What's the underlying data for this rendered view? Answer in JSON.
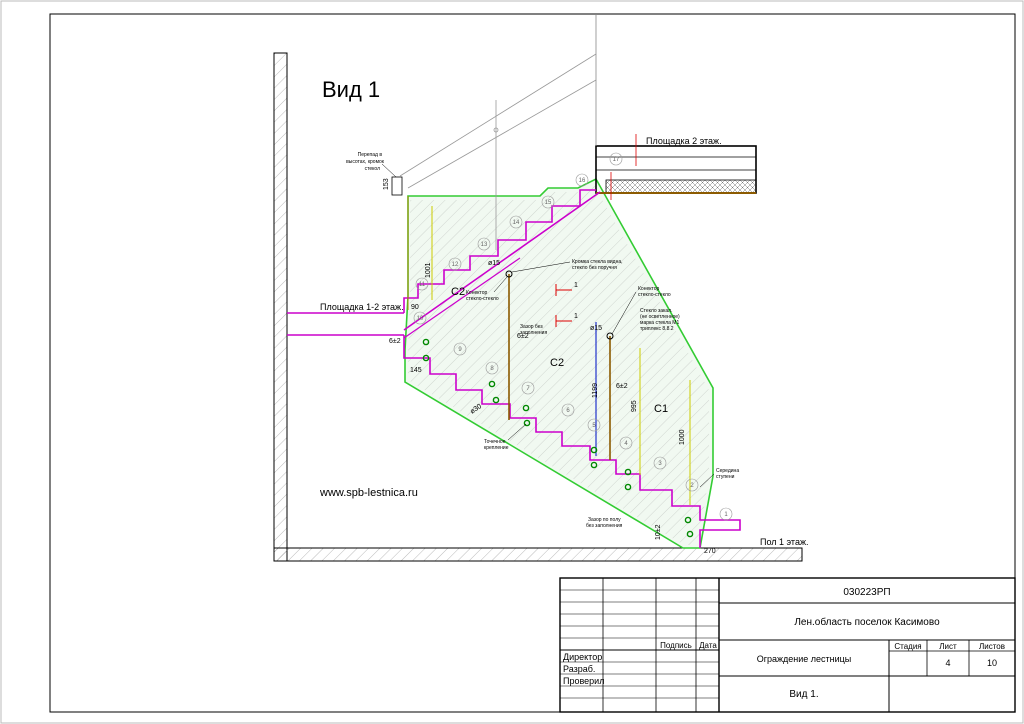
{
  "view_title": "Вид 1",
  "site_url": "www.spb-lestnica.ru",
  "labels": {
    "landing_2": "Площадка 2 этаж.",
    "landing_12": "Площадка 1-2 этаж.",
    "floor_1": "Пол 1 этаж.",
    "glass_c1": "С1",
    "glass_c2_upper": "С2",
    "glass_c2_lower": "С2"
  },
  "callouts": {
    "height_drop": [
      "Перепад в",
      "высотах, кромок",
      "стекол"
    ],
    "glass_edge": [
      "Кромка стекла видна,",
      "стекло без поручня"
    ],
    "connector_upper": [
      "Конектор",
      "стекло-стекло"
    ],
    "connector_right": [
      "Конектор",
      "стекло-стекло"
    ],
    "gap_unfilled": [
      "Зазор без",
      "заполнения"
    ],
    "glass_spec": [
      "Стекло закал.",
      "(не осветленное)",
      "марка стекла М1",
      "триплекс 8.8.2"
    ],
    "point_mount": [
      "Точечное",
      "крепление"
    ],
    "step_middle": [
      "Середина",
      "ступени"
    ],
    "floor_gap": [
      "Зазор по полу",
      "без заполнения"
    ]
  },
  "dimensions": [
    "153",
    "1001",
    "90",
    "6±2",
    "145",
    "6±2",
    "6±2",
    "1199",
    "995",
    "1000",
    "10±2",
    "270",
    "ø15",
    "ø15",
    "ø30",
    "1",
    "1"
  ],
  "step_numbers": [
    "1",
    "2",
    "3",
    "4",
    "5",
    "6",
    "7",
    "8",
    "9",
    "10",
    "11",
    "12",
    "13",
    "14",
    "15",
    "16",
    "17"
  ],
  "title_block": {
    "code": "030223РП",
    "location": "Лен.область поселок Касимово",
    "subject": "Ограждение лестницы",
    "sheet_name": "Вид 1.",
    "col_stage": "Стадия",
    "col_sheet": "Лист",
    "col_sheets": "Листов",
    "sheet_no": "4",
    "sheets_total": "10",
    "col_sign": "Подпись",
    "col_date": "Дата",
    "row_director": "Директор",
    "row_developer": "Разраб.",
    "row_checker": "Проверил"
  },
  "colors": {
    "glass_outline": "#33cc33",
    "stair_profile": "#cc00cc",
    "connector": "#8b5a00",
    "mount_point": "#008800",
    "dim_red": "#dd0000",
    "blue": "#2233cc"
  }
}
